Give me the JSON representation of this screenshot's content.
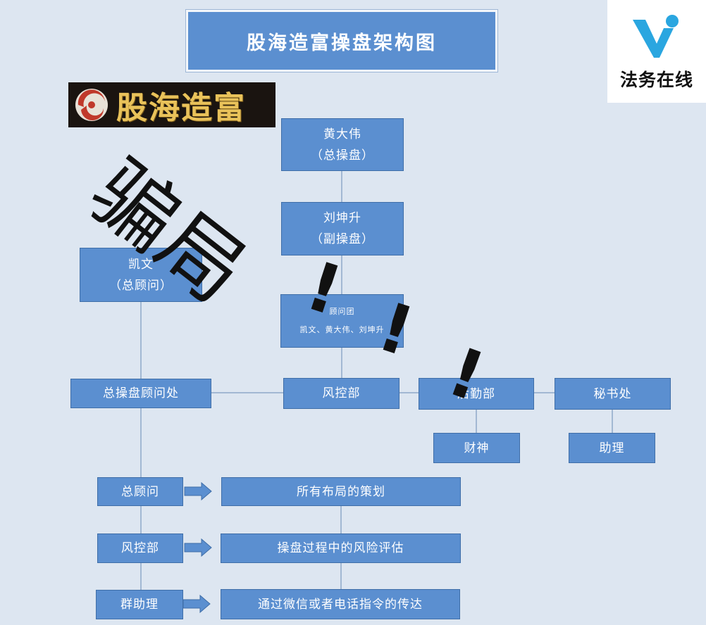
{
  "title": "股海造富操盘架构图",
  "logo_left": {
    "text": "股海造富"
  },
  "logo_right": {
    "name": "法务在线"
  },
  "watermark": {
    "word": "骗局",
    "marks": [
      "!",
      "!",
      "!"
    ]
  },
  "nodes": {
    "chief": {
      "name": "黄大伟",
      "role": "（总操盘）"
    },
    "deputy": {
      "name": "刘坤升",
      "role": "（副操盘）"
    },
    "advisor": {
      "name": "凯文",
      "role": "（总顾问）"
    },
    "advisory_group": {
      "name": "顾问团",
      "members": "凯文、黄大伟、刘坤升"
    },
    "advisor_office": {
      "label": "总操盘顾问处"
    },
    "risk": {
      "label": "风控部"
    },
    "logistics": {
      "label": "后勤部"
    },
    "secretariat": {
      "label": "秘书处"
    },
    "finance": {
      "label": "财神"
    },
    "assistant": {
      "label": "助理"
    }
  },
  "duties": [
    {
      "role": "总顾问",
      "task": "所有布局的策划"
    },
    {
      "role": "风控部",
      "task": "操盘过程中的风险评估"
    },
    {
      "role": "群助理",
      "task": "通过微信或者电话指令的传达"
    }
  ],
  "colors": {
    "box": "#5b8fd0",
    "border": "#3f6ea8",
    "background": "#dde6f1",
    "line": "#8fa9c9"
  }
}
